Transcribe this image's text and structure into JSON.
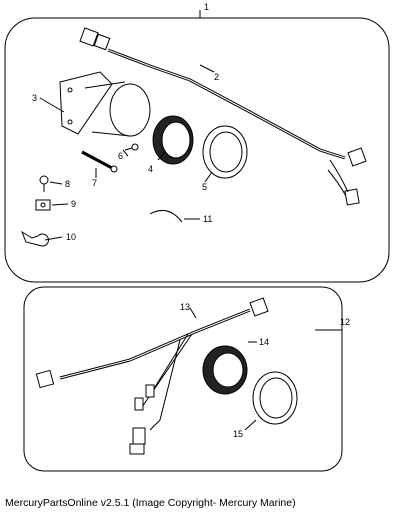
{
  "callouts": {
    "c1": "1",
    "c2": "2",
    "c3": "3",
    "c4": "4",
    "c5": "5",
    "c6": "6",
    "c7": "7",
    "c8": "8",
    "c9": "9",
    "c10": "10",
    "c11": "11",
    "c12": "12",
    "c13": "13",
    "c14": "14",
    "c15": "15"
  },
  "footer": {
    "text": "MercuryPartsOnline v2.5.1 (Image Copyright- Mercury Marine)"
  }
}
